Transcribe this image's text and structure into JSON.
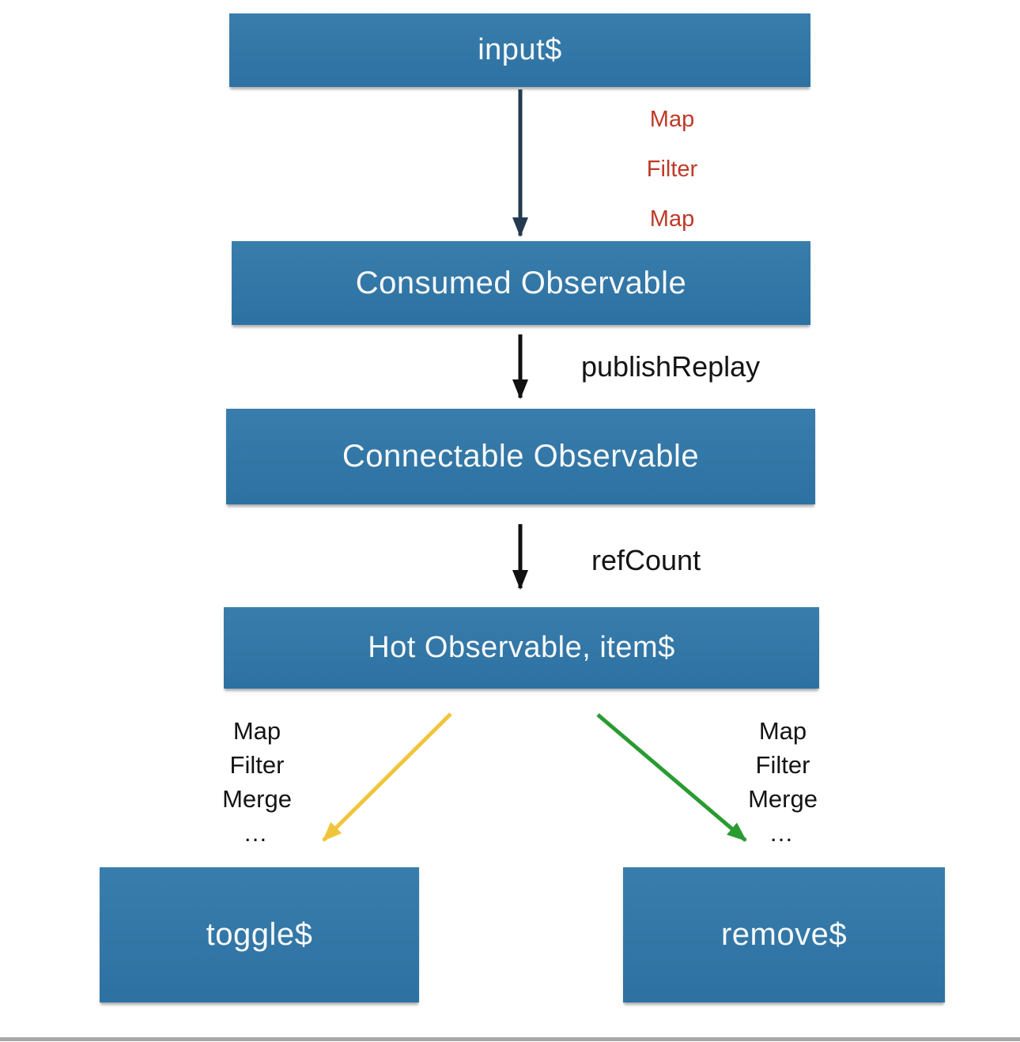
{
  "diagram": {
    "title_hint": "RxJS hot observable flow",
    "nodes": {
      "input": {
        "label": "input$"
      },
      "consumed": {
        "label": "Consumed Observable"
      },
      "connectable": {
        "label": "Connectable Observable"
      },
      "hot": {
        "label": "Hot Observable, item$"
      },
      "toggle": {
        "label": "toggle$"
      },
      "remove": {
        "label": "remove$"
      }
    },
    "edges": {
      "input_to_consumed": {
        "ops": [
          "Map",
          "Filter",
          "Map"
        ]
      },
      "consumed_to_connectable": {
        "label": "publishReplay"
      },
      "connectable_to_hot": {
        "label": "refCount"
      },
      "hot_to_toggle": {
        "ops": [
          "Map",
          "Filter",
          "Merge",
          "…"
        ]
      },
      "hot_to_remove": {
        "ops": [
          "Map",
          "Filter",
          "Merge",
          "…"
        ]
      }
    },
    "colors": {
      "node_fill": "#2e76a8",
      "node_text": "#f7f9f9",
      "ops_red": "#bf3a28",
      "arrow_navy": "#243a50",
      "arrow_black": "#111111",
      "arrow_yellow": "#f0c53c",
      "arrow_green": "#2a9b31",
      "divider_gray": "#a8a8a8"
    }
  }
}
